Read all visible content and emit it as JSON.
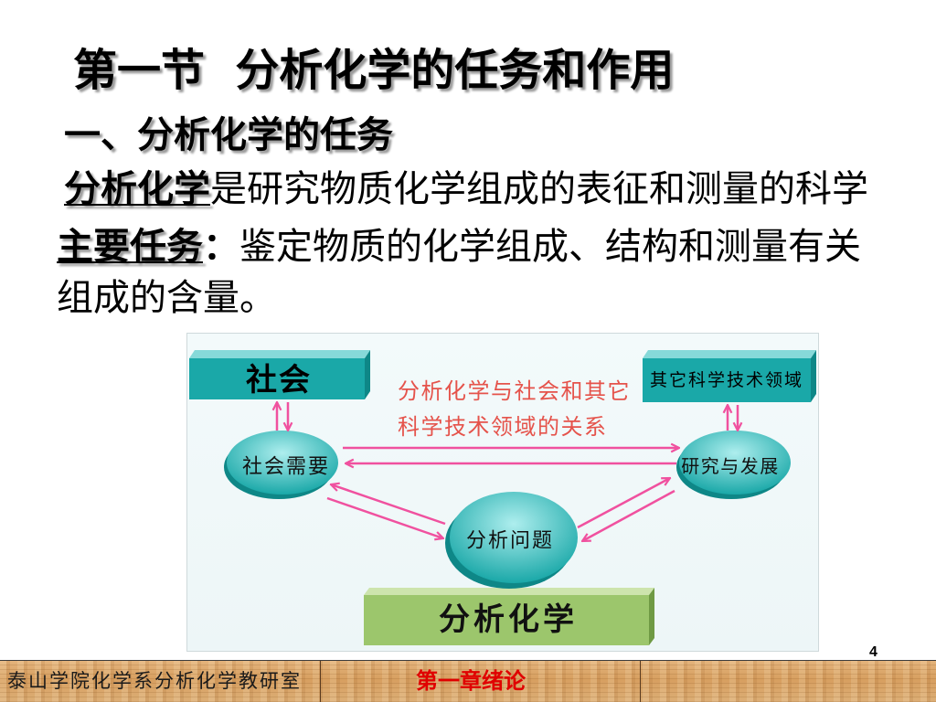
{
  "slide": {
    "title": "第一节  分析化学的任务和作用",
    "section_heading": "一、分析化学的任务",
    "definition": {
      "term": "分析化学",
      "text": "是研究物质化学组成的表征和测量的科学"
    },
    "task": {
      "term": "主要任务",
      "colon": "：",
      "line1": "鉴定物质的化学组成、结构和测量有关",
      "line2": "组成的含量。"
    },
    "page_number": "4"
  },
  "diagram": {
    "caption": [
      "分析化学与社会和其它",
      "科学技术领域的关系"
    ],
    "society": "社会",
    "other_fields": "其它科学技术领域",
    "social_needs": "社会需要",
    "research_development": "研究与发展",
    "analytical_problems": "分析问题",
    "analytical_chemistry": "分析化学"
  },
  "footer": {
    "institution": "泰山学院化学系分析化学教研室",
    "chapter": "第一章绪论"
  },
  "colors": {
    "teal": "#1aa8a8",
    "teal_light": "#86d9d9",
    "teal_dark": "#0e8787",
    "teal_highlight": "#aeeeee",
    "green": "#9cc66c",
    "green_light": "#cde4ad",
    "green_dark": "#6f9a44",
    "arrow": "#f0519f",
    "caption_red": "#e5534b",
    "chapter_red": "#e00000"
  }
}
